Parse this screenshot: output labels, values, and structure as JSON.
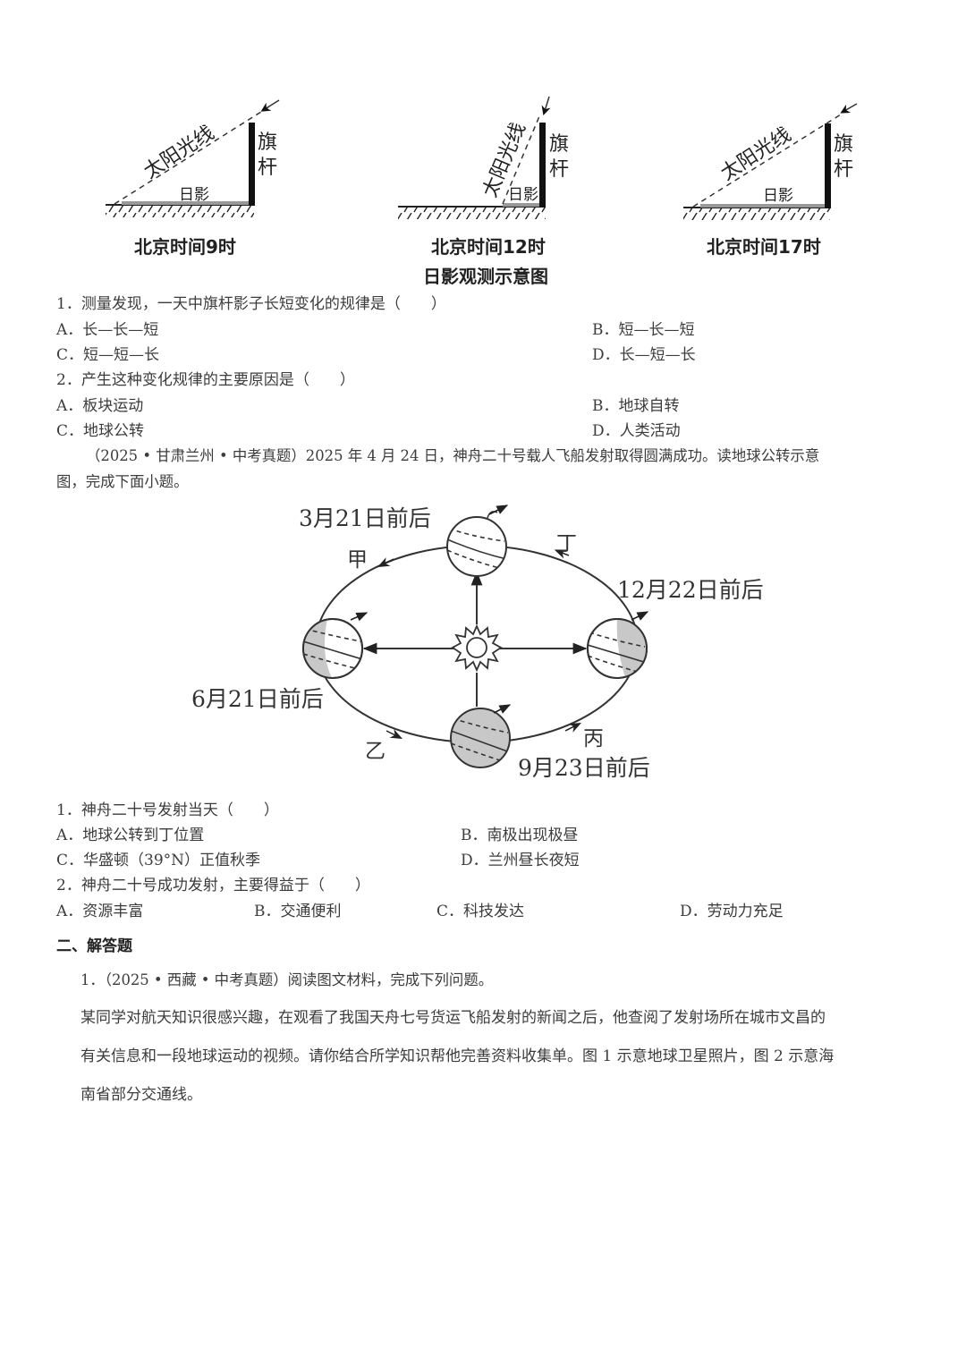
{
  "shadow_figure": {
    "panels": [
      {
        "sun_ray": "太阳光线",
        "pole": "旗杆",
        "shadow": "日影",
        "time": "北京时间9时"
      },
      {
        "sun_ray": "太阳光线",
        "pole": "旗杆",
        "shadow": "日影",
        "time": "北京时间12时"
      },
      {
        "sun_ray": "太阳光线",
        "pole": "旗杆",
        "shadow": "日影",
        "time": "北京时间17时"
      }
    ],
    "title": "日影观测示意图"
  },
  "group1": {
    "q1": {
      "stem": "1．测量发现，一天中旗杆影子长短变化的规律是（　　）",
      "options": [
        "A．长—长—短",
        "B．短—长—短",
        "C．短—短—长",
        "D．长—短—长"
      ]
    },
    "q2": {
      "stem": "2．产生这种变化规律的主要原因是（　　）",
      "options": [
        "A．板块运动",
        "B．地球自转",
        "C．地球公转",
        "D．人类活动"
      ]
    }
  },
  "intro2": {
    "line1": "（2025 • 甘肃兰州 • 中考真题）2025 年 4 月 24 日，神舟二十号载人飞船发射取得圆满成功。读地球公转示意",
    "line2": "图，完成下面小题。"
  },
  "orbit_figure": {
    "dates": {
      "top": "3月21日前后",
      "right": "12月22日前后",
      "left": "6月21日前后",
      "bottom": "9月23日前后"
    },
    "segments": {
      "jia": "甲",
      "yi": "乙",
      "bing": "丙",
      "ding": "丁"
    }
  },
  "group2": {
    "q1": {
      "stem": "1．神舟二十号发射当天（　　）",
      "options": [
        "A．地球公转到丁位置",
        "B．南极出现极昼",
        "C．华盛顿（39°N）正值秋季",
        "D．兰州昼长夜短"
      ]
    },
    "q2": {
      "stem": "2．神舟二十号成功发射，主要得益于（　　）",
      "options": [
        "A．资源丰富",
        "B．交通便利",
        "C．科技发达",
        "D．劳动力充足"
      ]
    }
  },
  "section2": {
    "heading": "二、解答题",
    "q1_stem": "1．（2025 • 西藏 • 中考真题）阅读图文材料，完成下列问题。",
    "para_lines": [
      "某同学对航天知识很感兴趣，在观看了我国天舟七号货运飞船发射的新闻之后，他查阅了发射场所在城市文昌的",
      "有关信息和一段地球运动的视频。请你结合所学知识帮他完善资料收集单。图 1 示意地球卫星照片，图 2 示意海",
      "南省部分交通线。"
    ]
  }
}
